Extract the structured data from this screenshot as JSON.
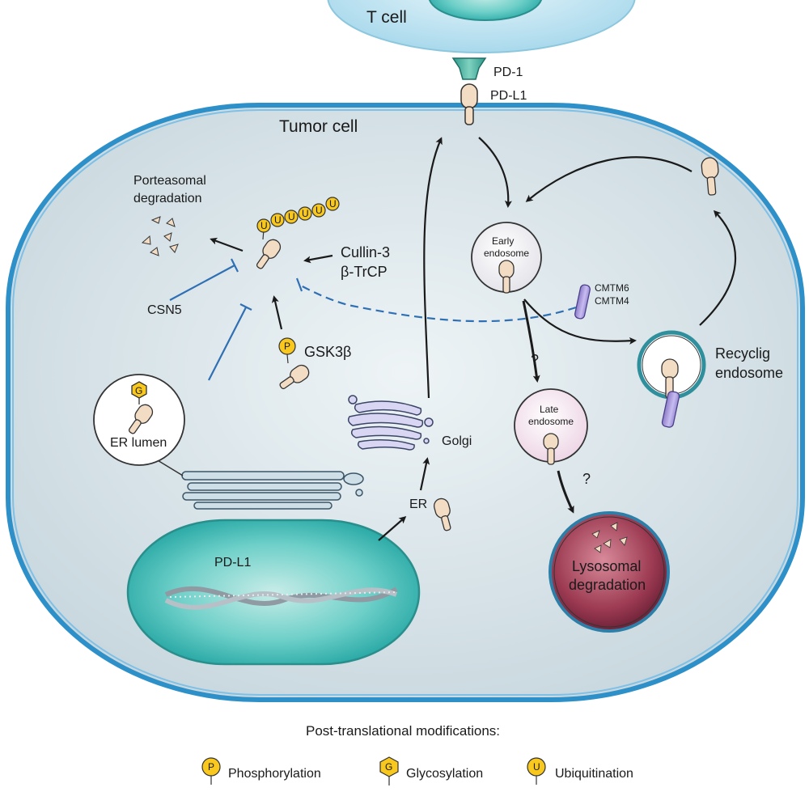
{
  "labels": {
    "t_cell": "T cell",
    "pd1": "PD-1",
    "pdl1_surface": "PD-L1",
    "tumor_cell": "Tumor cell",
    "proteasomal_line1": "Porteasomal",
    "proteasomal_line2": "degradation",
    "cullin": "Cullin-3",
    "btrcp": "β-TrCP",
    "csn5": "CSN5",
    "gsk3b": "GSK3β",
    "er_lumen": "ER lumen",
    "golgi": "Golgi",
    "er": "ER",
    "pdl1_nucleus": "PD-L1",
    "early_line1": "Early",
    "early_line2": "endosome",
    "late_line1": "Late",
    "late_line2": "endosome",
    "cmtm6": "CMTM6",
    "cmtm4": "CMTM4",
    "recycling_line1": "Recyclig",
    "recycling_line2": "endosome",
    "lyso_line1": "Lysosomal",
    "lyso_line2": "degradation",
    "question1": "?",
    "question2": "?",
    "ub_letter": "U",
    "p_letter": "P",
    "g_letter": "G"
  },
  "legend": {
    "title": "Post-translational modifications:",
    "items": [
      {
        "letter": "P",
        "label": "Phosphorylation",
        "shape": "circle"
      },
      {
        "letter": "G",
        "label": "Glycosylation",
        "shape": "hexagon"
      },
      {
        "letter": "U",
        "label": "Ubiquitination",
        "shape": "circle"
      }
    ]
  },
  "colors": {
    "cell_fill": "#dfe9ee",
    "cell_border": "#3aa0d8",
    "tcell_fill": "#c4e4f2",
    "nucleus_fill": "#3fbcb8",
    "protein_fill": "#f3dcc4",
    "ptm_yellow": "#f8c81e",
    "cmtm_purple": "#a99ad6",
    "lyso_fill": "#9c3a52",
    "inhibit_blue": "#2f6fb3"
  }
}
